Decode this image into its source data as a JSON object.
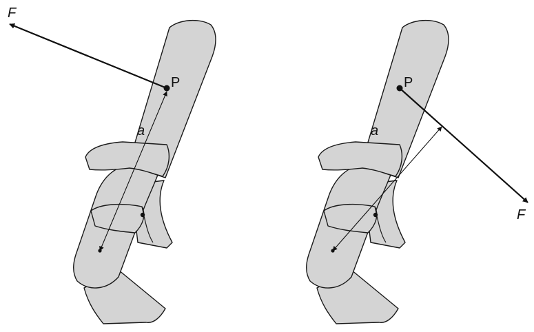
{
  "panels": [
    {
      "force_label": "F",
      "point_label": "P",
      "arm_label": "a"
    },
    {
      "force_label": "F",
      "point_label": "P",
      "arm_label": "a"
    }
  ],
  "colors": {
    "bone_fill": "#d4d4d4",
    "line": "#111111",
    "background": "#ffffff"
  }
}
